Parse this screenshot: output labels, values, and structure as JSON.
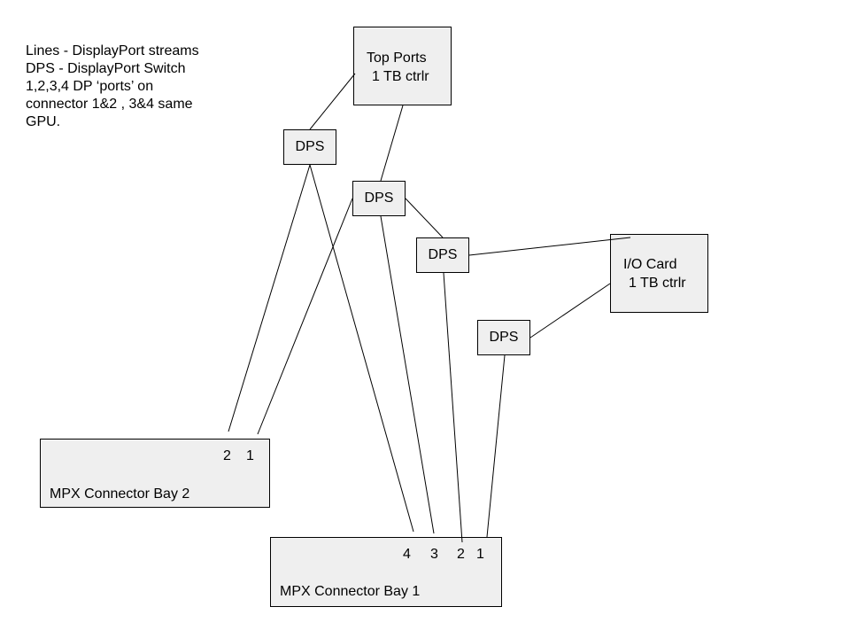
{
  "legend": {
    "line1": "Lines - DisplayPort streams",
    "line2": "DPS - DisplayPort Switch",
    "line3": "1,2,3,4 DP ‘ports’ on",
    "line4": "connector 1&2 , 3&4 same",
    "line5": "GPU."
  },
  "top_ports": {
    "line1": "Top Ports",
    "line2": "1 TB ctrlr"
  },
  "io_card": {
    "line1": "I/O Card",
    "line2": "1 TB ctrlr"
  },
  "dps_label": "DPS",
  "bay2": {
    "title": "MPX Connector Bay 2",
    "ports": [
      "2",
      "1"
    ]
  },
  "bay1": {
    "title": "MPX Connector Bay 1",
    "ports": [
      "4",
      "3",
      "2",
      "1"
    ]
  },
  "colors": {
    "box_fill": "#efefef",
    "stroke": "#000000"
  }
}
